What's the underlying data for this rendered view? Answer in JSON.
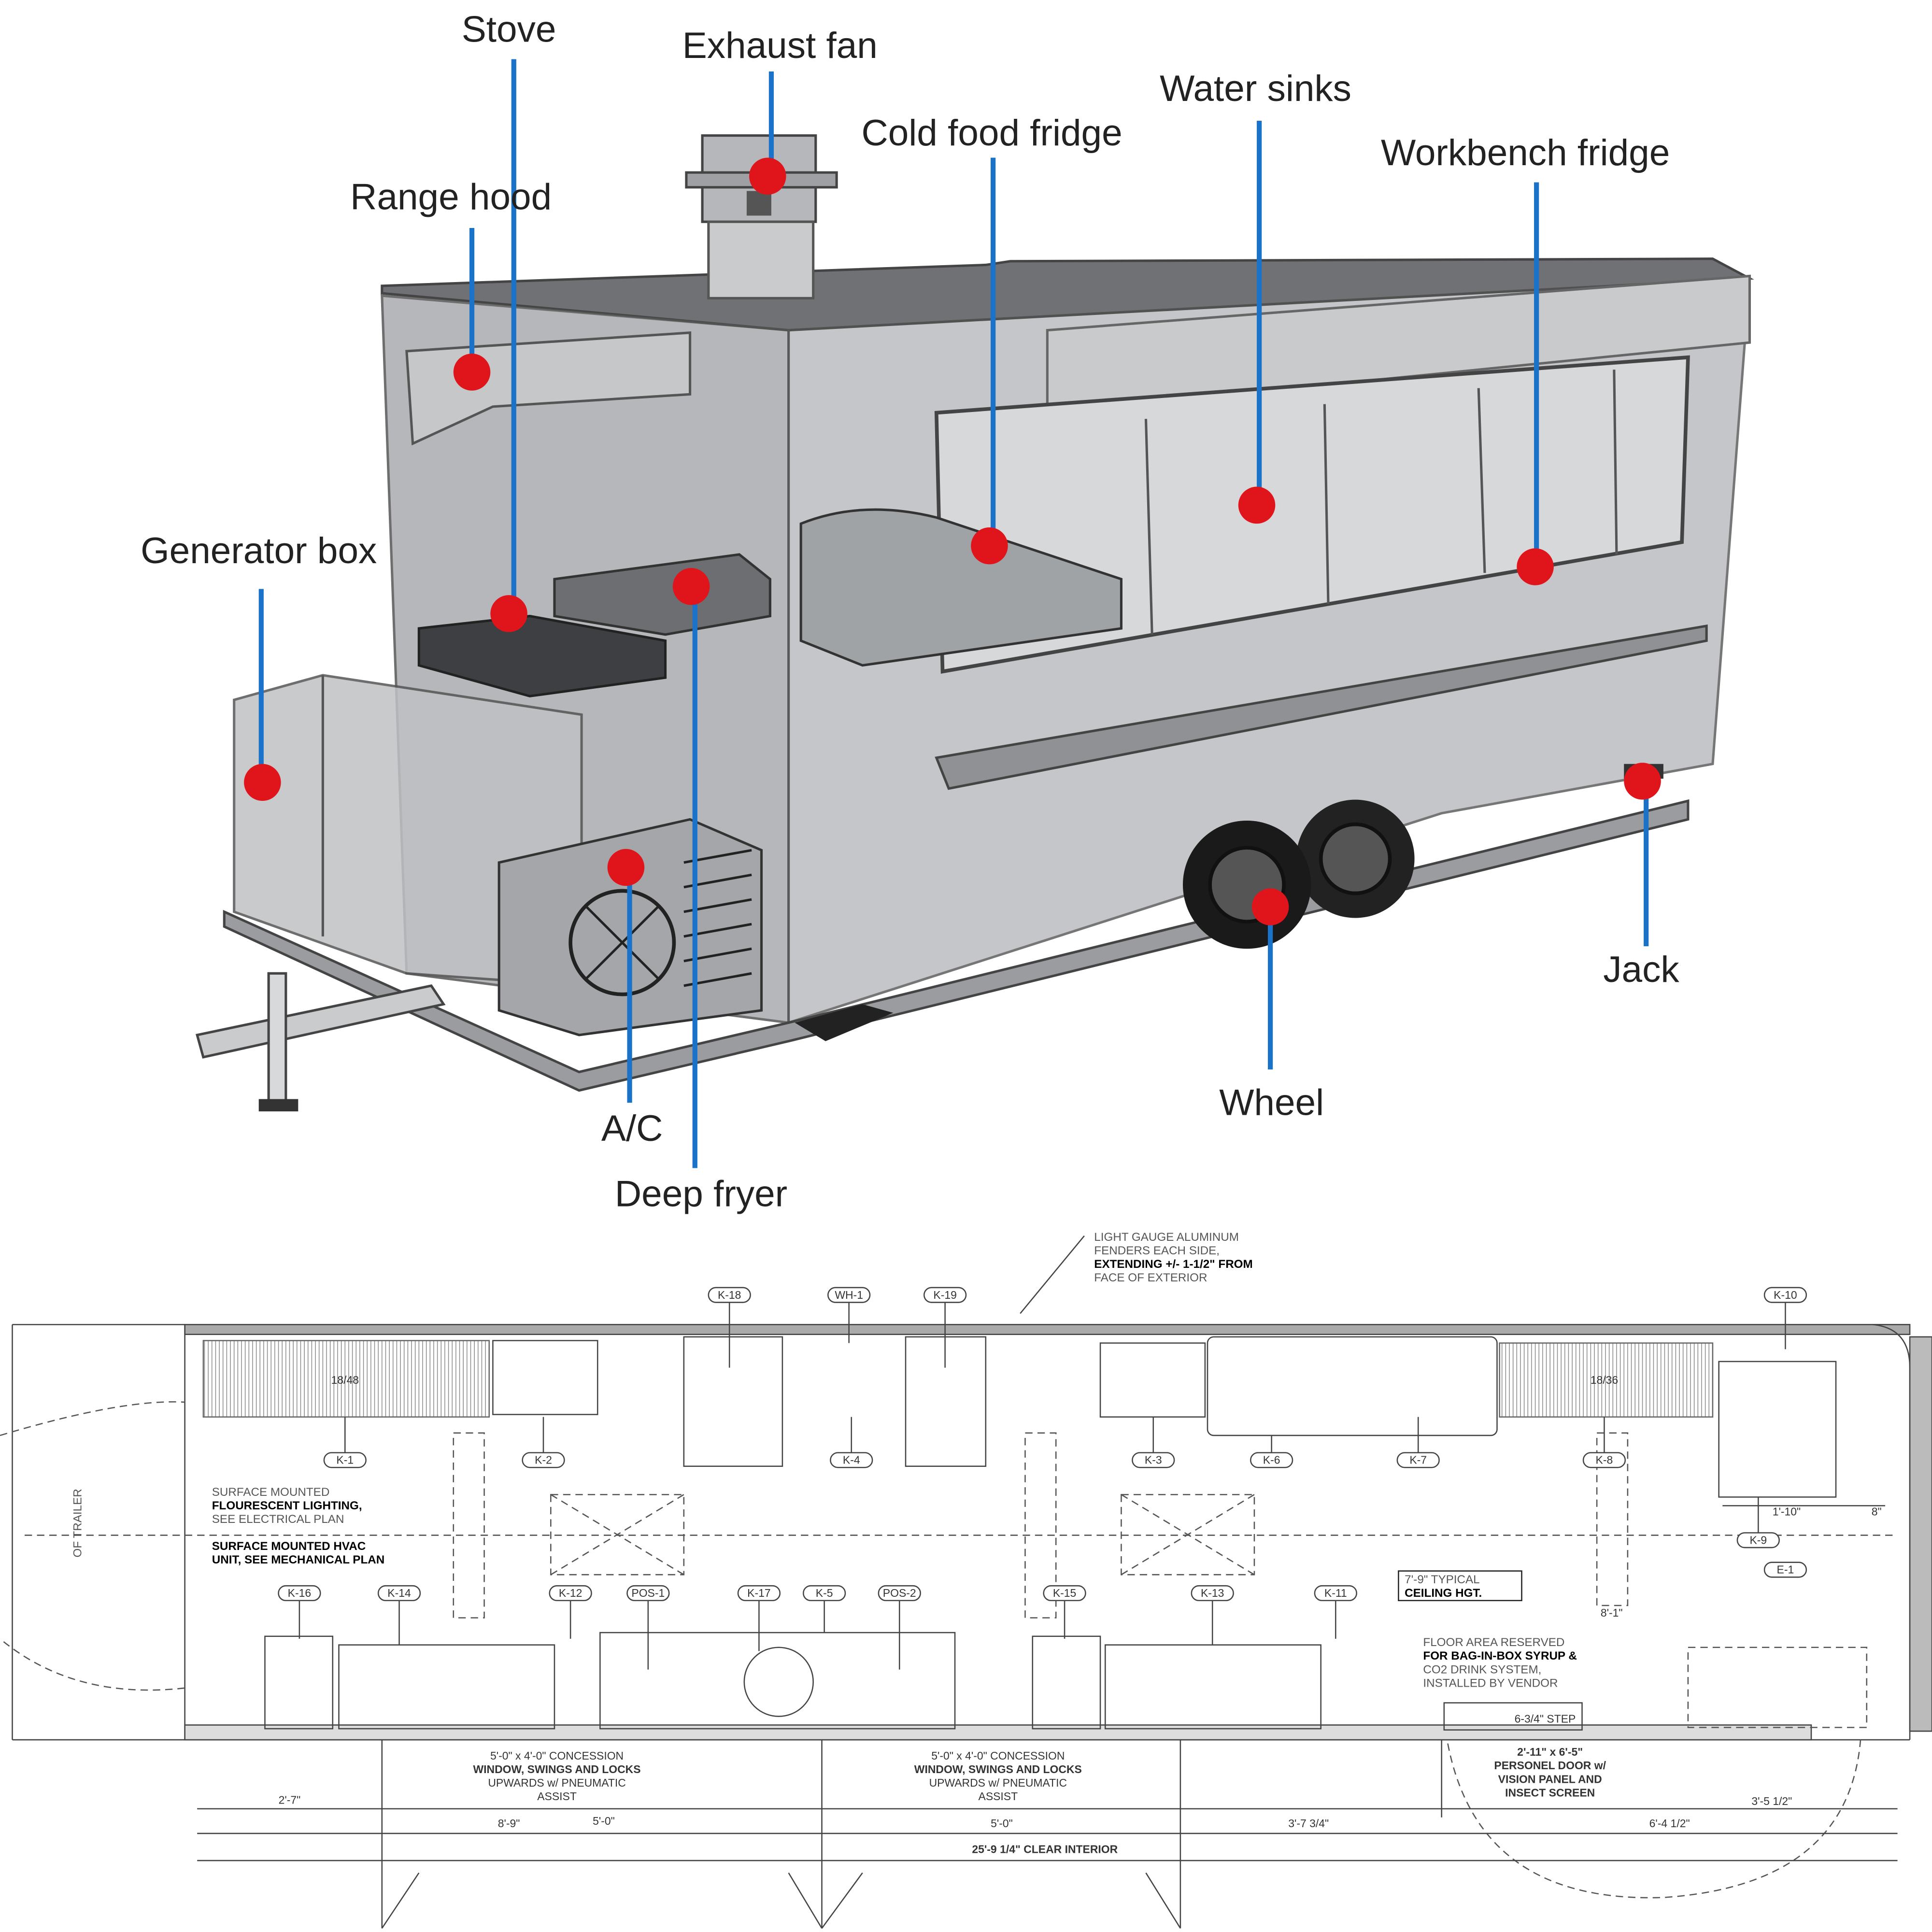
{
  "colors": {
    "leader_line": "#1a73c9",
    "marker": "#e0141b",
    "body": "#8d8f92"
  },
  "callouts": {
    "stove": "Stove",
    "exhaust_fan": "Exhaust fan",
    "cold_food_fridge": "Cold food fridge",
    "water_sinks": "Water sinks",
    "workbench_fridge": "Workbench fridge",
    "range_hood": "Range hood",
    "generator_box": "Generator box",
    "deep_fryer": "Deep fryer",
    "ac": "A/C",
    "wheel": "Wheel",
    "jack": "Jack"
  },
  "floor_plan": {
    "tags": {
      "k18": "K-18",
      "wh1": "WH-1",
      "k19": "K-19",
      "k10": "K-10",
      "k1": "K-1",
      "k2": "K-2",
      "k4": "K-4",
      "k3": "K-3",
      "k6": "K-6",
      "k7": "K-7",
      "k8": "K-8",
      "k9": "K-9",
      "e1": "E-1",
      "k16": "K-16",
      "k14": "K-14",
      "k12": "K-12",
      "pos1": "POS-1",
      "k17": "K-17",
      "k5": "K-5",
      "pos2": "POS-2",
      "k15": "K-15",
      "k13": "K-13",
      "k11": "K-11"
    },
    "hood_labels": {
      "left": "18/48",
      "right": "18/36"
    },
    "centerline_label": "OF TRAILER",
    "notes": {
      "fenders": [
        "LIGHT GAUGE ALUMINUM",
        "FENDERS EACH SIDE,",
        "EXTENDING +/- 1-1/2\" FROM",
        "FACE OF EXTERIOR"
      ],
      "lighting": [
        "SURFACE MOUNTED",
        "FLOURESCENT LIGHTING,",
        "SEE ELECTRICAL PLAN"
      ],
      "hvac": [
        "SURFACE MOUNTED HVAC",
        "UNIT, SEE MECHANICAL PLAN"
      ],
      "ceiling": [
        "7'-9\" TYPICAL",
        "CEILING HGT."
      ],
      "floor_area": [
        "FLOOR AREA RESERVED",
        "FOR BAG-IN-BOX SYRUP &",
        "CO2 DRINK SYSTEM,",
        "INSTALLED BY VENDOR"
      ],
      "window1": [
        "5'-0\" x 4'-0\" CONCESSION",
        "WINDOW, SWINGS AND LOCKS",
        "UPWARDS w/ PNEUMATIC",
        "ASSIST"
      ],
      "window2": [
        "5'-0\" x 4'-0\" CONCESSION",
        "WINDOW, SWINGS AND LOCKS",
        "UPWARDS w/ PNEUMATIC",
        "ASSIST"
      ],
      "step": "6-3/4\" STEP",
      "door": [
        "2'-11\" x 6'-5\"",
        "PERSONEL DOOR w/",
        "VISION PANEL AND",
        "INSECT SCREEN"
      ]
    },
    "dimensions": {
      "d_1_10": "1'-10\"",
      "d_8": "8\"",
      "d_8_1": "8'-1\"",
      "d_2_7": "2'-7\"",
      "d_5_0a": "5'-0\"",
      "d_8_9": "8'-9\"",
      "d_5_0b": "5'-0\"",
      "d_3_7": "3'-7 3/4\"",
      "d_6_4": "6'-4 1/2\"",
      "d_3_5": "3'-5 1/2\"",
      "clear_interior": "25'-9 1/4\" CLEAR INTERIOR"
    }
  }
}
